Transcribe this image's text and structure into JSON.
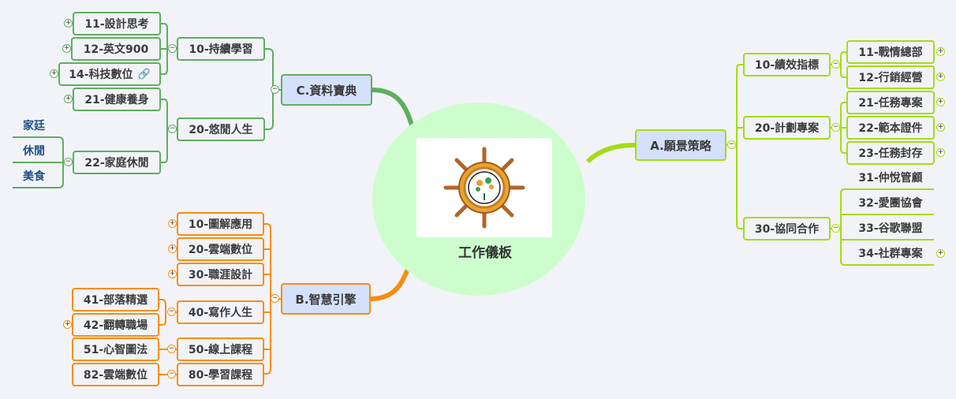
{
  "central": {
    "title": "工作儀板",
    "image_icon": "ship-wheel-logo-icon"
  },
  "colors": {
    "background": "#f2f3f8",
    "central_fill": "#cdfdcd",
    "main_fill": "#d5e1fb",
    "branch_c": "#5fae5f",
    "branch_a": "#a3dc17",
    "branch_b": "#f88d12",
    "text": "#3b3b3b",
    "text_blue": "#1d4e8a",
    "link_icon": "#2f7fd8"
  },
  "branch_c": {
    "label": "C.資料寶典",
    "children": [
      {
        "label": "10-持續學習",
        "children": [
          {
            "label": "11-設計思考"
          },
          {
            "label": "12-英文900"
          },
          {
            "label": "14-科技數位",
            "icon": "link-icon"
          }
        ]
      },
      {
        "label": "20-悠閒人生",
        "children": [
          {
            "label": "21-健康養身"
          },
          {
            "label": "22-家庭休閒",
            "children": [
              {
                "label": "家廷"
              },
              {
                "label": "休閒"
              },
              {
                "label": "美食"
              }
            ]
          }
        ]
      }
    ]
  },
  "branch_a": {
    "label": "A.願景策略",
    "children": [
      {
        "label": "10-績效指標",
        "children": [
          {
            "label": "11-戰情總部"
          },
          {
            "label": "12-行銷經營"
          }
        ]
      },
      {
        "label": "20-計劃專案",
        "children": [
          {
            "label": "21-任務專案"
          },
          {
            "label": "22-範本證件"
          },
          {
            "label": "23-任務封存"
          }
        ]
      },
      {
        "label": "30-協同合作",
        "children": [
          {
            "label": "31-仲悅管顧"
          },
          {
            "label": "32-愛團協會"
          },
          {
            "label": "33-谷歌聯盟"
          },
          {
            "label": "34-社群專案"
          }
        ]
      }
    ]
  },
  "branch_b": {
    "label": "B.智慧引擎",
    "children": [
      {
        "label": "10-圖解應用"
      },
      {
        "label": "20-雲端數位"
      },
      {
        "label": "30-職涯設計"
      },
      {
        "label": "40-寫作人生",
        "children": [
          {
            "label": "41-部落精選"
          },
          {
            "label": "42-翻轉職場"
          }
        ]
      },
      {
        "label": "50-線上課程",
        "children": [
          {
            "label": "51-心智圖法"
          }
        ]
      },
      {
        "label": "80-學習課程",
        "children": [
          {
            "label": "82-雲端數位"
          }
        ]
      }
    ]
  },
  "toggles": {
    "expand": "+",
    "collapse": "−"
  }
}
